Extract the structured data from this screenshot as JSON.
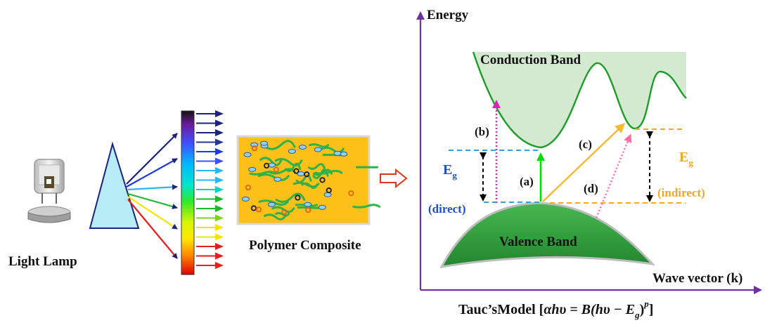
{
  "left": {
    "lamp_label": "Light Lamp",
    "composite_label": "Polymer Composite"
  },
  "band_diagram": {
    "y_axis_label": "Energy",
    "x_axis_label": "Wave vector (k)",
    "conduction_band": "Conduction Band",
    "valence_band": "Valence Band",
    "transition_a": "(a)",
    "transition_b": "(b)",
    "transition_c": "(c)",
    "transition_d": "(d)",
    "direct_label": "(direct)",
    "indirect_label": "(indirect)",
    "eg_direct": {
      "main": "E",
      "sub": "g"
    },
    "eg_indirect": {
      "main": "E",
      "sub": "g"
    },
    "caption": {
      "prefix": "Tauc’sModel [",
      "formula": "αhυ = B(hυ − E",
      "sub": "g",
      "close": ")",
      "sup": "p",
      "end": "]"
    }
  },
  "colors": {
    "axis": "#7030a0",
    "band_fill": "#d3ead0",
    "band_line": "#1e9c2a",
    "valence_fill": "#2e9e3e",
    "direct_color": "#1f4fd0",
    "indirect_color": "#f5a623",
    "dashed_blue": "#3a9fd8",
    "dashed_orange": "#f5a623",
    "arrow_a": "#00e000",
    "arrow_b": "#e020c0",
    "arrow_c": "#f5b82e",
    "arrow_d": "#ff6aa8",
    "prism": "#b7ecf7",
    "composite_bg": "#fcc018",
    "open_arrow": "#d93a1c"
  },
  "icons": [
    "light-lamp-icon",
    "prism-icon",
    "spectrum-bar-icon",
    "composite-sample-icon",
    "right-arrow-icon"
  ]
}
